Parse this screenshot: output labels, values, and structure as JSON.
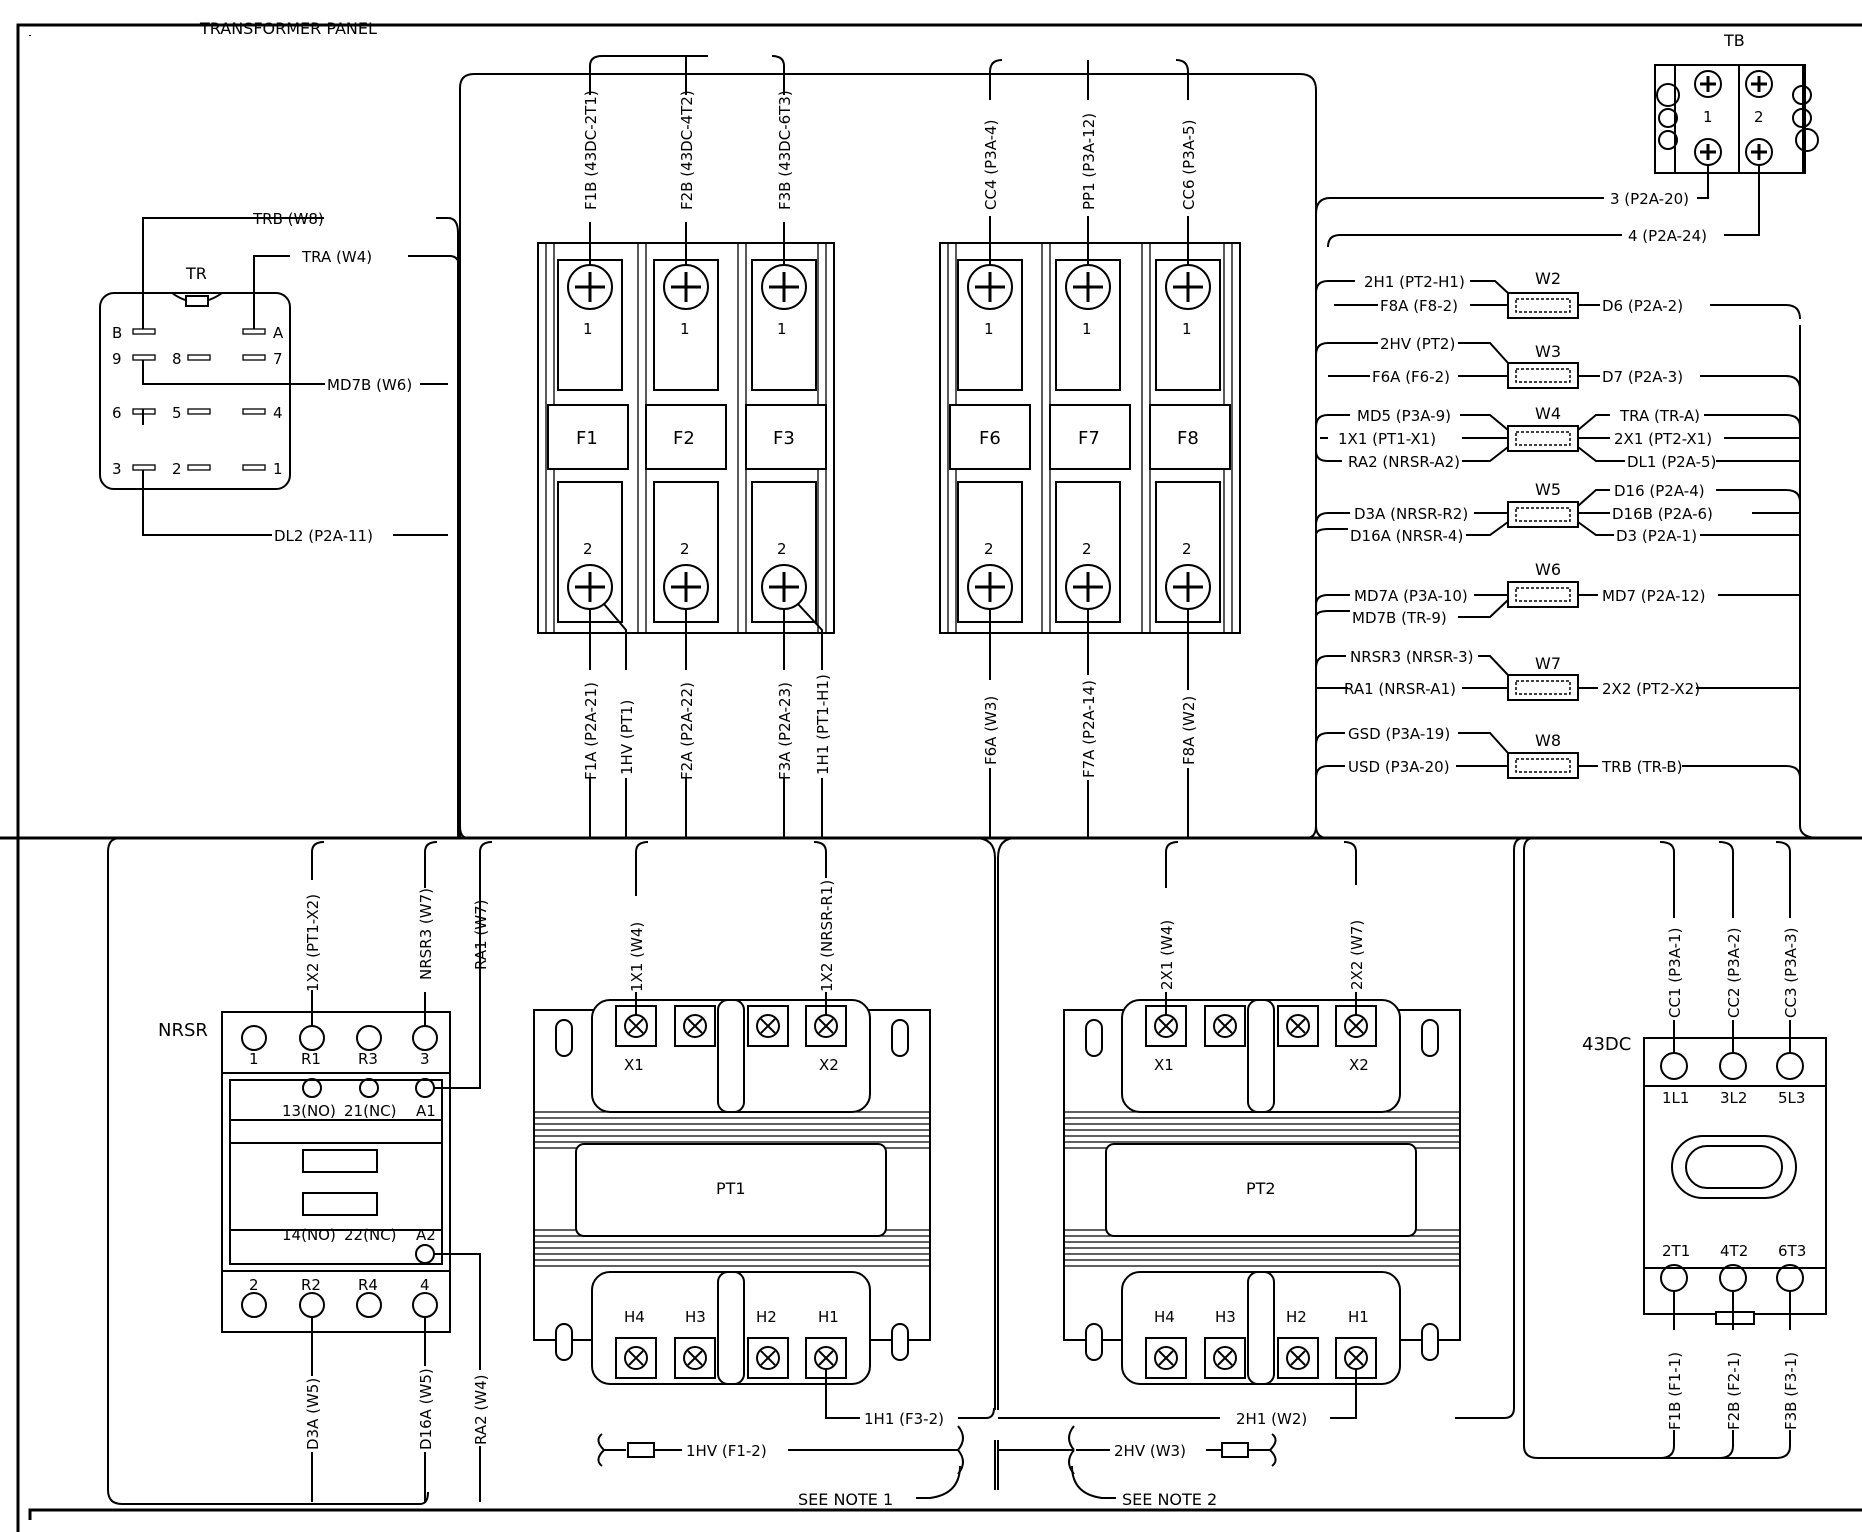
{
  "panel_title": "TRANSFORMER PANEL",
  "tr": {
    "title": "TR",
    "pins": [
      "B",
      "A",
      "9",
      "8",
      "7",
      "6",
      "5",
      "4",
      "3",
      "2",
      "1"
    ],
    "wires": [
      "TRB (W8)",
      "TRA (W4)",
      "MD7B (W6)",
      "DL2 (P2A-11)"
    ]
  },
  "fuses_a": {
    "names": [
      "F1",
      "F2",
      "F3"
    ],
    "top_wires": [
      "F1B (43DC-2T1)",
      "F2B (43DC-4T2)",
      "F3B (43DC-6T3)"
    ],
    "bottom_wires": [
      "F1A (P2A-21)",
      "1HV (PT1)",
      "F2A (P2A-22)",
      "F3A (P2A-23)",
      "1H1 (PT1-H1)"
    ]
  },
  "fuses_b": {
    "names": [
      "F6",
      "F7",
      "F8"
    ],
    "top_wires": [
      "CC4 (P3A-4)",
      "PP1 (P3A-12)",
      "CC6 (P3A-5)"
    ],
    "bottom_wires": [
      "F6A (W3)",
      "F7A (P2A-14)",
      "F8A (W2)"
    ]
  },
  "fuse_terms": {
    "top": "1",
    "bottom": "2"
  },
  "tb": {
    "title": "TB",
    "terms": [
      "1",
      "2"
    ],
    "wires": [
      "3 (P2A-20)",
      "4 (P2A-24)"
    ]
  },
  "splices": [
    {
      "name": "W2",
      "left": [
        "2H1 (PT2-H1)",
        "F8A (F8-2)"
      ],
      "right": [
        "D6 (P2A-2)"
      ]
    },
    {
      "name": "W3",
      "left": [
        "2HV (PT2)",
        "F6A (F6-2)"
      ],
      "right": [
        "D7 (P2A-3)"
      ]
    },
    {
      "name": "W4",
      "left": [
        "MD5 (P3A-9)",
        "1X1 (PT1-X1)",
        "RA2 (NRSR-A2)"
      ],
      "right": [
        "TRA (TR-A)",
        "2X1 (PT2-X1)",
        "DL1 (P2A-5)"
      ]
    },
    {
      "name": "W5",
      "left": [
        "D3A (NRSR-R2)",
        "D16A (NRSR-4)"
      ],
      "right": [
        "D16 (P2A-4)",
        "D16B (P2A-6)",
        "D3 (P2A-1)"
      ]
    },
    {
      "name": "W6",
      "left": [
        "MD7A (P3A-10)",
        "MD7B (TR-9)"
      ],
      "right": [
        "MD7 (P2A-12)"
      ]
    },
    {
      "name": "W7",
      "left": [
        "NRSR3 (NRSR-3)",
        "RA1 (NRSR-A1)"
      ],
      "right": [
        "2X2 (PT2-X2)"
      ]
    },
    {
      "name": "W8",
      "left": [
        "GSD (P3A-19)",
        "USD (P3A-20)"
      ],
      "right": [
        "TRB (TR-B)"
      ]
    }
  ],
  "nrsr": {
    "title": "NRSR",
    "top_terms": [
      "1",
      "R1",
      "R3",
      "3"
    ],
    "aux_top": [
      "13(NO)",
      "21(NC)",
      "A1"
    ],
    "aux_bottom": [
      "14(NO)",
      "22(NC)",
      "A2"
    ],
    "bottom_terms": [
      "2",
      "R2",
      "R4",
      "4"
    ],
    "top_wires": [
      "1X2 (PT1-X2)",
      "NRSR3 (W7)",
      "RA1 (W7)"
    ],
    "bottom_wires": [
      "D3A (W5)",
      "D16A (W5)",
      "RA2 (W4)"
    ]
  },
  "pt1": {
    "title": "PT1",
    "x_terms": [
      "X1",
      "X2"
    ],
    "h_terms": [
      "H4",
      "H3",
      "H2",
      "H1"
    ],
    "top_wires": [
      "1X1 (W4)",
      "1X2 (NRSR-R1)"
    ],
    "h1_wire": "1H1 (F3-2)",
    "hv_wire": "1HV (F1-2)",
    "note": "SEE NOTE 1"
  },
  "pt2": {
    "title": "PT2",
    "x_terms": [
      "X1",
      "X2"
    ],
    "h_terms": [
      "H4",
      "H3",
      "H2",
      "H1"
    ],
    "top_wires": [
      "2X1 (W4)",
      "2X2 (W7)"
    ],
    "h1_wire": "2H1 (W2)",
    "hv_wire": "2HV (W3)",
    "note": "SEE NOTE 2"
  },
  "dc43": {
    "title": "43DC",
    "top_terms": [
      "1L1",
      "3L2",
      "5L3"
    ],
    "bottom_terms": [
      "2T1",
      "4T2",
      "6T3"
    ],
    "top_wires": [
      "CC1 (P3A-1)",
      "CC2 (P3A-2)",
      "CC3 (P3A-3)"
    ],
    "bottom_wires": [
      "F1B (F1-1)",
      "F2B (F2-1)",
      "F3B (F3-1)"
    ]
  }
}
